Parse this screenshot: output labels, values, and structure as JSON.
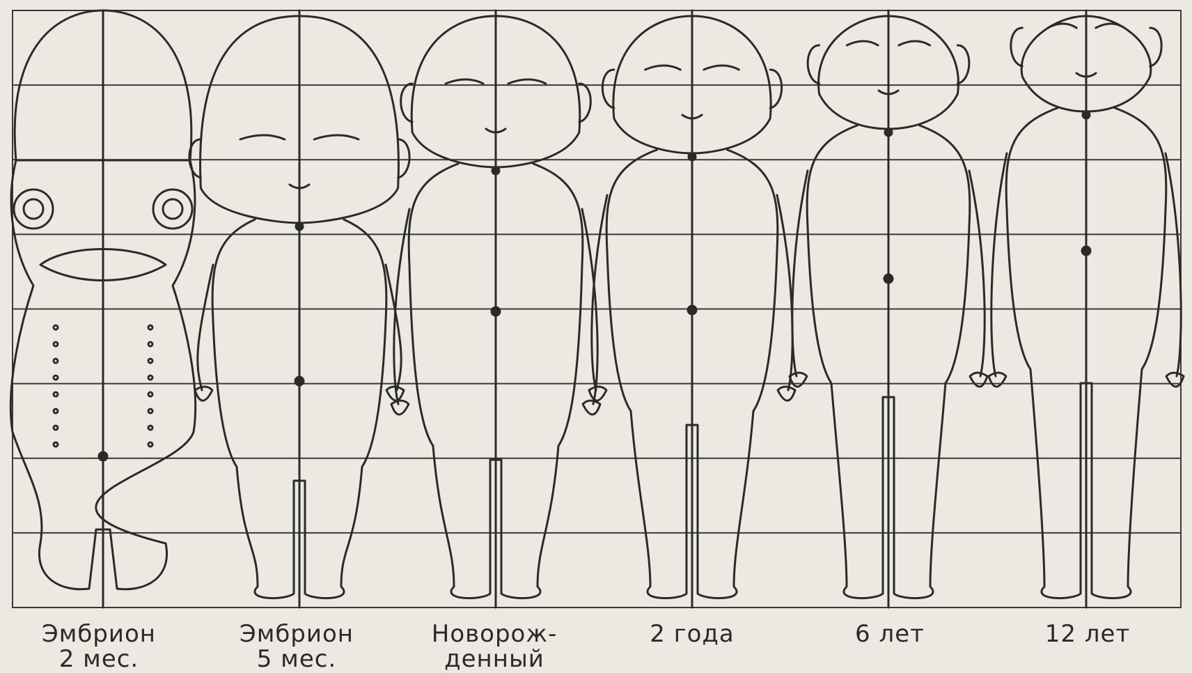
{
  "stages": [
    {
      "id": "embryo-2m",
      "line1": "Эмбрион",
      "line2": "2 мес."
    },
    {
      "id": "embryo-5m",
      "line1": "Эмбрион",
      "line2": "5 мес."
    },
    {
      "id": "newborn",
      "line1": "Новорож-",
      "line2": "денный"
    },
    {
      "id": "age-2y",
      "line1": "2 года",
      "line2": ""
    },
    {
      "id": "age-6y",
      "line1": "6 лет",
      "line2": ""
    },
    {
      "id": "age-12y",
      "line1": "12 лет",
      "line2": ""
    }
  ],
  "grid": {
    "rows": 8
  },
  "colors": {
    "ink": "#2b2a28",
    "paper": "#ece9e3",
    "grid": "#3a3936"
  }
}
